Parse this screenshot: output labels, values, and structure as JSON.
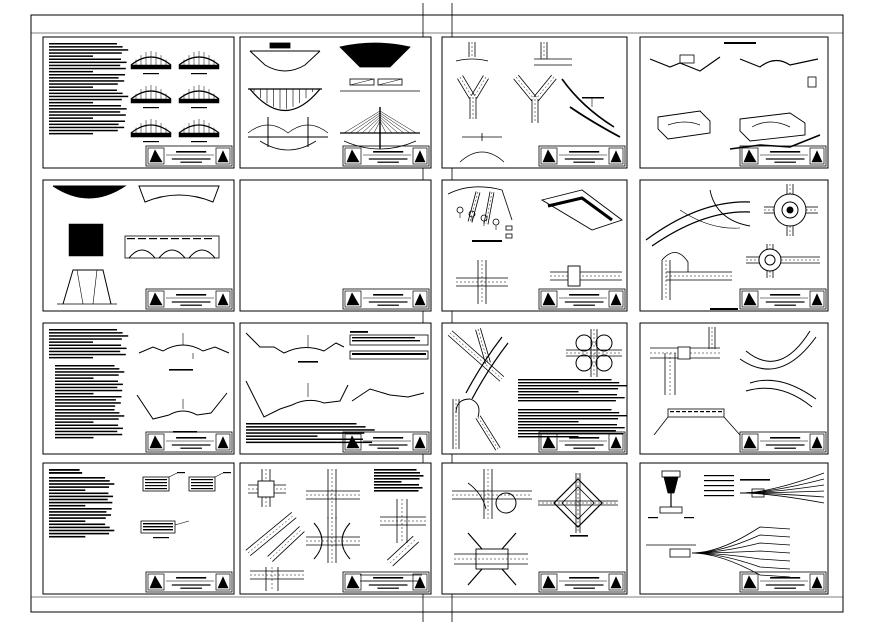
{
  "drawing": {
    "stroke_color": "#000000",
    "background_color": "#ffffff",
    "rows": 4,
    "columns": 4,
    "panels": [
      {
        "name": "panel-bridge-elevations-text",
        "content": "arch-bridges"
      },
      {
        "name": "panel-bridge-types",
        "content": "suspension-bridges"
      },
      {
        "name": "panel-road-junctions-y",
        "content": "y-junctions"
      },
      {
        "name": "panel-terrain-sections",
        "content": "terrain"
      },
      {
        "name": "panel-arch-masonry",
        "content": "masonry"
      },
      {
        "name": "panel-blank",
        "content": "empty"
      },
      {
        "name": "panel-hill-road-layout",
        "content": "hill-road"
      },
      {
        "name": "panel-interchanges-roundabouts",
        "content": "roundabouts"
      },
      {
        "name": "panel-cross-sections-text",
        "content": "cross-sections"
      },
      {
        "name": "panel-cut-fill-sections",
        "content": "cut-fill"
      },
      {
        "name": "panel-cloverleaf-notes",
        "content": "cloverleaf"
      },
      {
        "name": "panel-t-junction-curve",
        "content": "t-junction"
      },
      {
        "name": "panel-pavement-layers",
        "content": "pavement"
      },
      {
        "name": "panel-intersections-grid",
        "content": "intersections"
      },
      {
        "name": "panel-diamond-interchange",
        "content": "diamond"
      },
      {
        "name": "panel-rail-yard",
        "content": "rail-yard"
      }
    ]
  }
}
